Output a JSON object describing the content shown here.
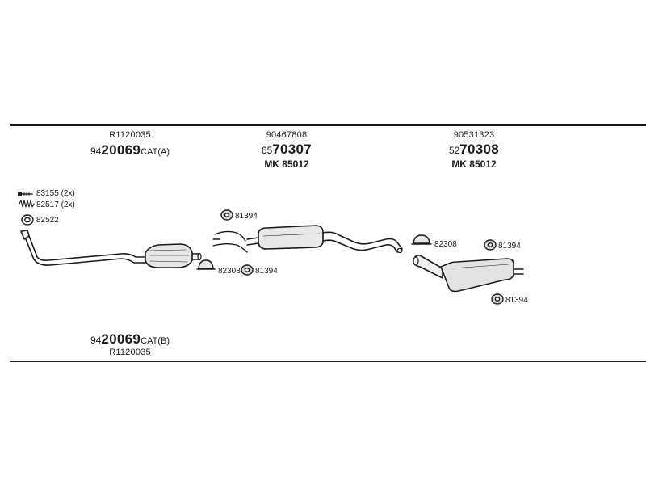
{
  "front": {
    "cat_a": {
      "ref": "R1120035",
      "prefix": "94",
      "number": "20069",
      "suffix": "CAT(A)"
    },
    "cat_b": {
      "ref": "R1120035",
      "prefix": "94",
      "number": "20069",
      "suffix": "CAT(B)"
    },
    "small_parts": {
      "bolt": "83155 (2x)",
      "spring": "82517 (2x)",
      "gasket": "82522"
    }
  },
  "middle": {
    "ref": "90467808",
    "prefix": "65",
    "number": "70307",
    "mk": "MK  85012",
    "clamp": "82308",
    "hanger_top": "81394",
    "hanger_bottom": "81394"
  },
  "rear": {
    "ref": "90531323",
    "prefix": "52",
    "number": "70308",
    "mk": "MK  85012",
    "clamp": "82308",
    "hanger_top": "81394",
    "hanger_bottom": "81394"
  }
}
